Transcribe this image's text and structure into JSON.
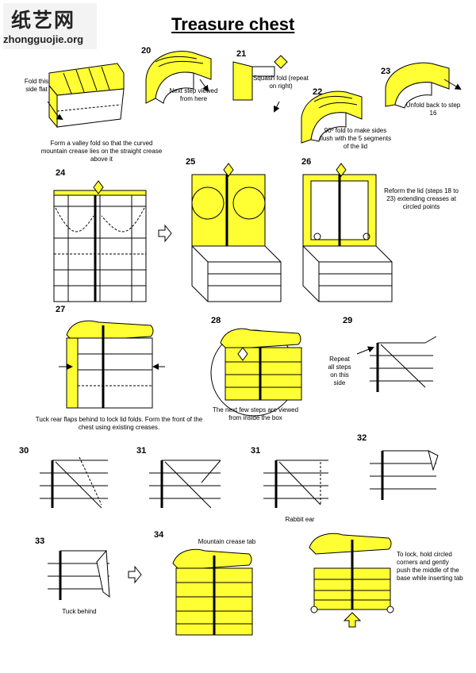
{
  "watermark": {
    "site_cn": "纸艺网",
    "url": "zhongguojie.org"
  },
  "title": "Treasure chest",
  "steps": [
    {
      "num": "20",
      "text": "Next step viewed from here"
    },
    {
      "num": "21",
      "text": "Squash fold (repeat on right)"
    },
    {
      "num": "22",
      "text": "90º fold to make sides flush with the 5 segments of the lid"
    },
    {
      "num": "23",
      "text": "Unfold back to step 16"
    },
    {
      "num": "24",
      "text": ""
    },
    {
      "num": "25",
      "text": ""
    },
    {
      "num": "26",
      "text": "Reform the lid (steps 18 to 23) extending creases at circled points"
    },
    {
      "num": "27",
      "text": "Tuck rear flaps behind to lock lid folds. Form the front of the chest using existing creases."
    },
    {
      "num": "28",
      "text": "The next few steps are viewed from inside the box"
    },
    {
      "num": "29",
      "text": "Repeat all steps on this side"
    },
    {
      "num": "30",
      "text": ""
    },
    {
      "num": "31",
      "text": ""
    },
    {
      "num": "31",
      "text": "Rabbit ear"
    },
    {
      "num": "32",
      "text": ""
    },
    {
      "num": "33",
      "text": "Tuck behind"
    },
    {
      "num": "34",
      "text": "Mountain crease tab"
    },
    {
      "num": "",
      "text": "To lock, hold circled corners and gently push the middle of the base while inserting tab"
    }
  ],
  "step19_labels": {
    "fold_flat": "Fold this side flat",
    "valley_fold": "Form a valley fold so that the curved mountain crease lies on the straight crease above it"
  },
  "colors": {
    "paper": "#ffff33",
    "line": "#000000"
  }
}
